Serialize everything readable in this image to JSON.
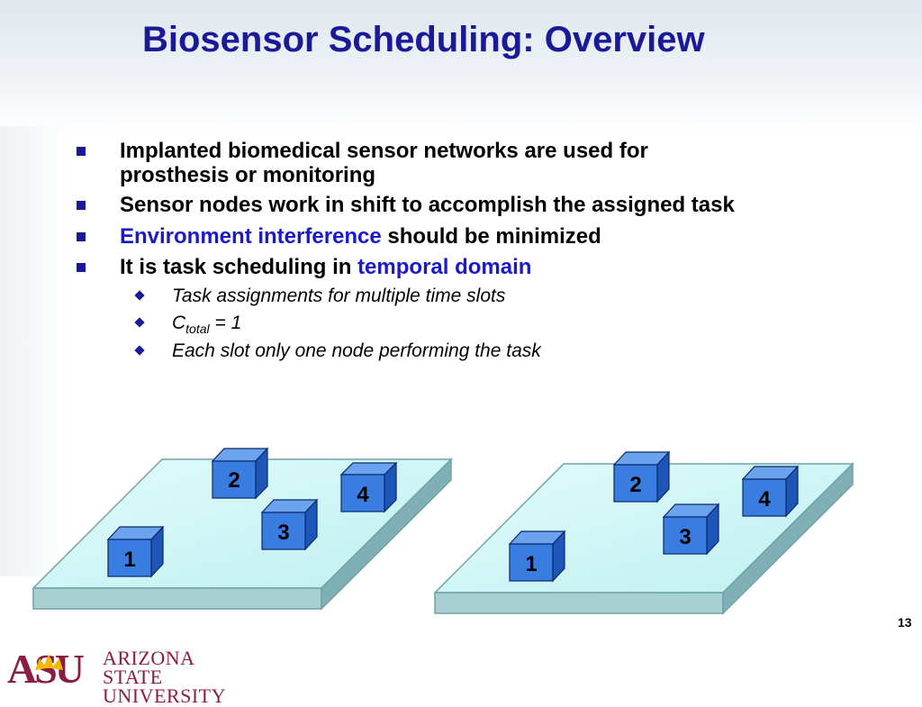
{
  "slide": {
    "title": "Biosensor Scheduling: Overview",
    "page_number": "13"
  },
  "bullets": [
    {
      "text_a": "Implanted biomedical sensor networks are used for",
      "text_b": "prosthesis or monitoring"
    },
    {
      "text": "Sensor nodes work in shift to accomplish the assigned task"
    },
    {
      "highlight": "Environment interference",
      "text": " should be minimized"
    },
    {
      "text": "It is task scheduling in ",
      "highlight": "temporal domain"
    }
  ],
  "sub_bullets": [
    {
      "text": "Task assignments for multiple time slots"
    },
    {
      "symbol": "C",
      "subscript": "total",
      "text": " = 1"
    },
    {
      "text": "Each slot only one node performing the task"
    }
  ],
  "diagrams": [
    {
      "nodes": [
        "2",
        "4",
        "3",
        "1"
      ]
    },
    {
      "nodes": [
        "2",
        "4",
        "3",
        "1"
      ]
    }
  ],
  "logo": {
    "mark": "ASU",
    "line1": "ARIZONA STATE",
    "line2": "UNIVERSITY"
  },
  "colors": {
    "title": "#1a1a99",
    "highlight": "#1a1acc",
    "cube_face": "#3a7de0",
    "platform_top": "#cdf6f6",
    "logo": "#8c1d40",
    "logo_accent": "#f5b800"
  }
}
